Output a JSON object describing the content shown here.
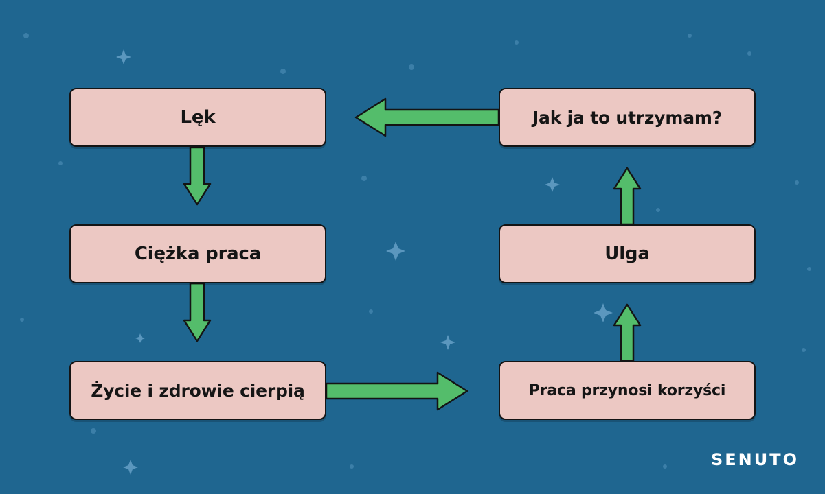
{
  "nodes": {
    "lek": "Lęk",
    "ciezka_praca": "Ciężka praca",
    "zycie_zdrowie": "Życie i zdrowie cierpią",
    "praca_korzysci": "Praca przynosi korzyści",
    "ulga": "Ulga",
    "jak_utrzymam": "Jak ja to utrzymam?"
  },
  "edges": [
    {
      "from": "Lęk",
      "to": "Ciężka praca"
    },
    {
      "from": "Ciężka praca",
      "to": "Życie i zdrowie cierpią"
    },
    {
      "from": "Życie i zdrowie cierpią",
      "to": "Praca przynosi korzyści"
    },
    {
      "from": "Praca przynosi korzyści",
      "to": "Ulga"
    },
    {
      "from": "Ulga",
      "to": "Jak ja to utrzymam?"
    },
    {
      "from": "Jak ja to utrzymam?",
      "to": "Lęk"
    }
  ],
  "brand": {
    "logo": "SENUTO"
  },
  "colors": {
    "background": "#1f6690",
    "box_fill": "#ecc8c3",
    "arrow_fill": "#54bd6b",
    "outline": "#141414"
  }
}
